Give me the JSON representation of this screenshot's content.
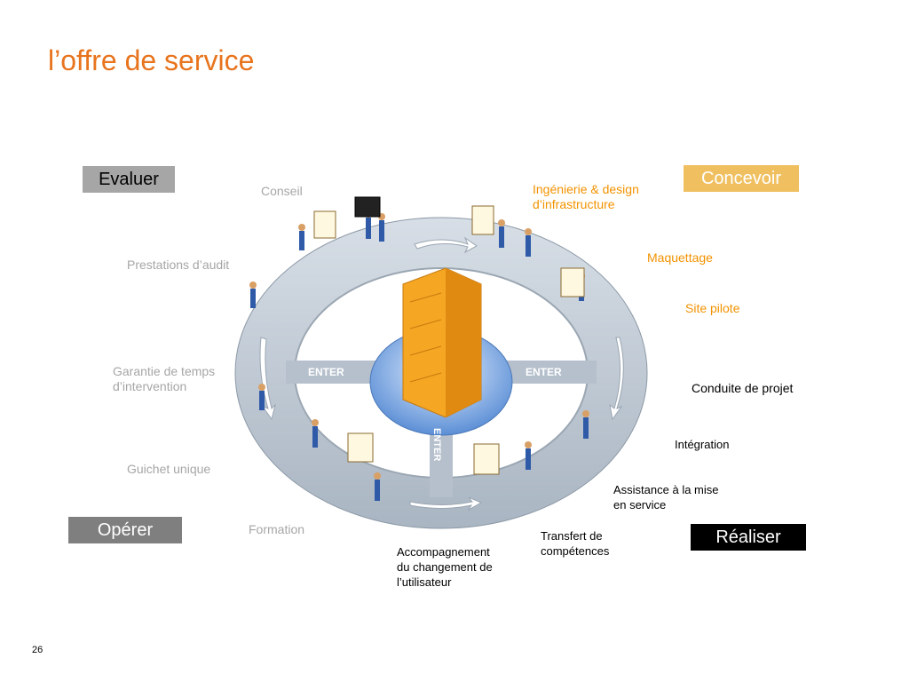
{
  "title": "l’offre de service",
  "phases": {
    "evaluer": "Evaluer",
    "concevoir": "Concevoir",
    "operer": "Opérer",
    "realiser": "Réaliser"
  },
  "services": {
    "conseil": "Conseil",
    "prestations_audit": "Prestations d’audit",
    "garantie_line1": "Garantie de temps",
    "garantie_line2": "d’intervention",
    "guichet_unique": "Guichet unique",
    "formation": "Formation",
    "ingenierie_line1": "Ingénierie & design",
    "ingenierie_line2": "d’infrastructure",
    "maquettage": "Maquettage",
    "site_pilote": "Site pilote",
    "conduite_projet": "Conduite de projet",
    "integration": "Intégration",
    "assistance_line1": "Assistance à la mise",
    "assistance_line2": "en service",
    "transfert_line1": "Transfert de",
    "transfert_line2": "compétences",
    "accompagnement_line1": "Accompagnement",
    "accompagnement_line2": "du changement de",
    "accompagnement_line3": "l’utilisateur"
  },
  "illustration": {
    "enter_left": "ENTER",
    "enter_right": "ENTER",
    "enter_bottom": "ENTER"
  },
  "page_number": "26",
  "colors": {
    "title": "#e8741e",
    "concevoir_box": "#f0c060",
    "evaluer_box": "#a6a6a6",
    "operer_box": "#7f7f7f",
    "realiser_box": "#000000",
    "ring": "#bcc6d2",
    "building": "#f5a623"
  }
}
